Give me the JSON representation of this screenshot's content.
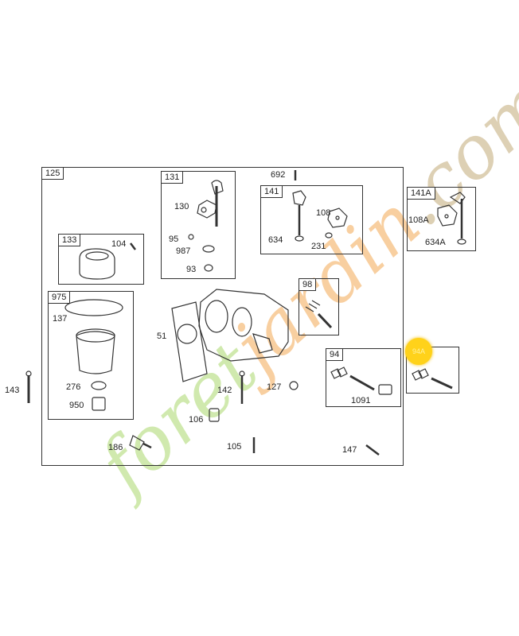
{
  "frames": {
    "main": "125",
    "throttle": "131",
    "choke": "141",
    "choke_alt": "141A",
    "float": "133",
    "bowl": "975",
    "idle_jet": "98",
    "main_jet": "94"
  },
  "parts": {
    "p692": "692",
    "p130": "130",
    "p95": "95",
    "p987": "987",
    "p93": "93",
    "p108": "108",
    "p634": "634",
    "p231": "231",
    "p108a": "108A",
    "p634a": "634A",
    "p104": "104",
    "p137": "137",
    "p276": "276",
    "p950": "950",
    "p51": "51",
    "p143": "143",
    "p142": "142",
    "p127": "127",
    "p106": "106",
    "p186": "186",
    "p105": "105",
    "p147": "147",
    "p1091": "1091"
  },
  "highlight": {
    "label": "94A",
    "color": "#ffd21a"
  },
  "watermark": {
    "text_a": "foret",
    "text_b": "jardin",
    "text_c": ".com",
    "color_green": "#c8e6a0",
    "color_orange": "#f7c790",
    "color_tan": "#d8c8a8"
  }
}
